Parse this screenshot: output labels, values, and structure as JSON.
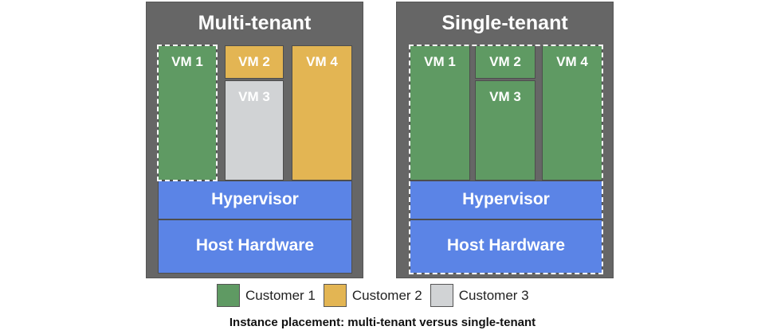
{
  "multi_tenant": {
    "title": "Multi-tenant",
    "vms": [
      "VM 1",
      "VM 2",
      "VM 3",
      "VM 4"
    ],
    "hypervisor": "Hypervisor",
    "hardware": "Host Hardware"
  },
  "single_tenant": {
    "title": "Single-tenant",
    "vms": [
      "VM 1",
      "VM 2",
      "VM 3",
      "VM 4"
    ],
    "hypervisor": "Hypervisor",
    "hardware": "Host Hardware"
  },
  "legend": [
    {
      "label": "Customer 1",
      "color": "#5f9a63"
    },
    {
      "label": "Customer 2",
      "color": "#e3b553"
    },
    {
      "label": "Customer 3",
      "color": "#d1d3d5"
    }
  ],
  "caption": "Instance placement: multi-tenant versus single-tenant"
}
